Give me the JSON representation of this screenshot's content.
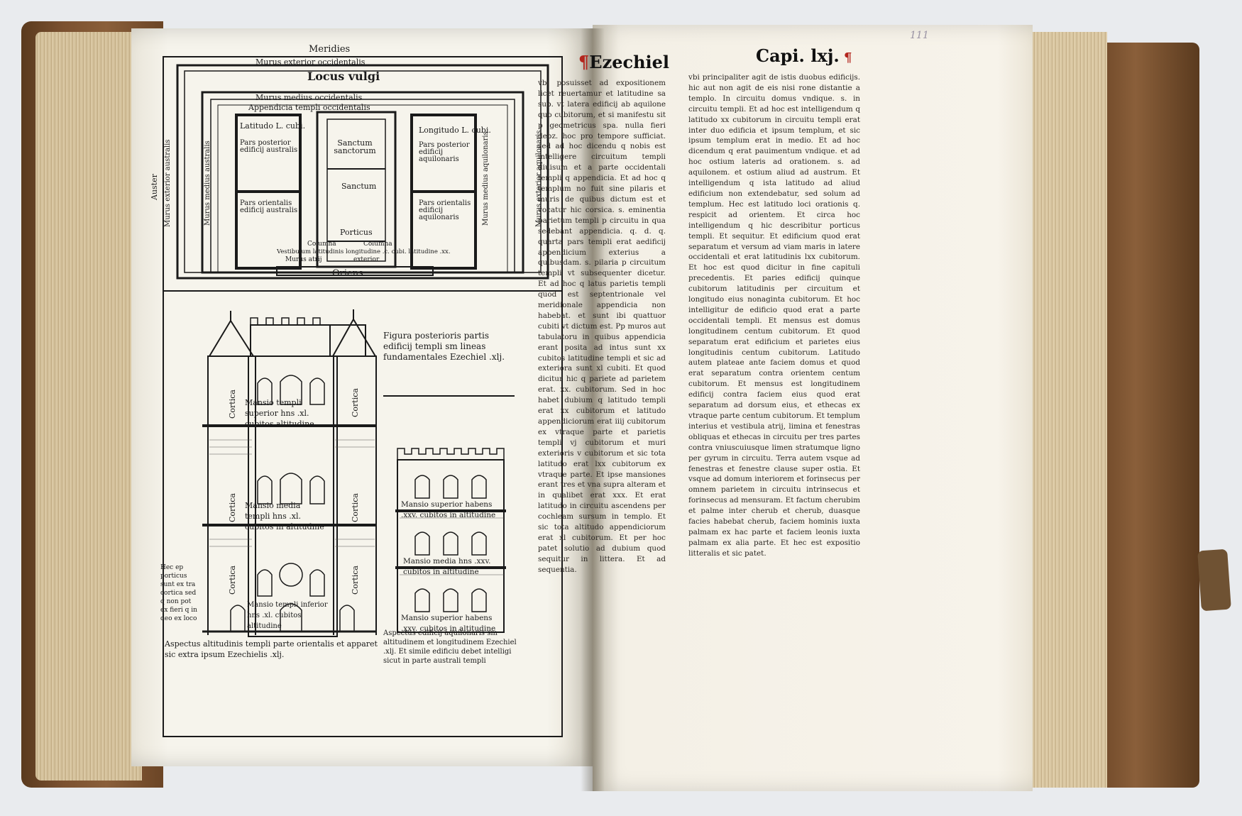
{
  "diagram": {
    "north": "Meridies",
    "outer_wall_top": "Murus exterior occidentalis",
    "locus_vulgi": "Locus vulgi",
    "middle_wall_top": "Murus medius occidentalis",
    "appendix_top": "Appendicia templi occidentalis",
    "latitudo_left": "Latitudo L. cubi.",
    "pars_posterior_left": "Pars posterior edificij australis",
    "pars_orientalis_left": "Pars orientalis edificij australis",
    "sanctum_sanctorum": "Sanctum sanctorum",
    "sanctum": "Sanctum",
    "porticus": "Porticus",
    "longitudo_right": "Longitudo L. cubi.",
    "pars_posterior_right": "Pars posterior edificij aquilonaris",
    "pars_orientalis_right": "Pars orientalis edificij aquilonaris",
    "columna_left": "Columna",
    "columna_right": "Columna",
    "vestibulum": "Vestibulum latitudinis longitudine .c. cubi. latitudine .xx.",
    "murus_atrij": "Murus atrij",
    "exterior": "exterior",
    "auster": "Auster",
    "murus_ext_aust": "Murus exterior australis",
    "murus_medius_aust": "Murus medius australis",
    "murus_ext_aquil": "Murus exterior aquilonaris",
    "murus_medius_aquil": "Murus medius aquilonaris",
    "oriens": "Oriens"
  },
  "caption_right": "Figura posterioris partis edificij templi sm lineas fundamentales Ezechiel .xlj.",
  "tower": {
    "superior": "Mansio templi superior hns .xl. cubitos altitudine",
    "media": "Mansio media templi hns .xl. cubitos in altitudine",
    "inferior": "Mansio templi inferior hns .xl. cubitos altitudine",
    "cortica_labels": [
      "Cortica",
      "Cortica",
      "Cortica",
      "Cortica",
      "Cortica",
      "Cortica"
    ],
    "side_note": "Hec ep porticus sunt ex tra cortica sed q non pot ex fieri q in deo ex loco"
  },
  "small_tower": {
    "superior": "Mansio superior habens .xxv. cubitos in altitudine",
    "media": "Mansio media hns .xxv. cubitos in altitudine",
    "inferior": "Mansio superior habens .xxv. cubitos in altitudine"
  },
  "caption_bottom_left": "Aspectus altitudinis templi parte orientalis et apparet sic extra ipsum Ezechielis .xlj.",
  "caption_bottom_right": "Aspectus edificij aquilonaris sm altitudinem et longitudinem Ezechiel .xlj. Et simile edificiu debet intelligi sicut in parte australi templi",
  "right_page": {
    "head_left": "Ezechiel",
    "head_right": "Capi. lxj.",
    "folio": "111",
    "col1": "vbi posuisset ad expositionem licet reuertamur et latitudine sa sup. vt latera edificij ab aquilone quo cubitorum, et si manifestu sit p geometricus spa. nulla fieri debz. hoc pro tempore sufficiat. sed ad hoc dicendu q nobis est intelligere circuitum templi diuisum et a parte occidentali templi q appendicia. Et ad hoc q templum no fuit sine pilaris et muris de quibus dictum est et vocatur hic corsica. s. eminentia parietum templi p circuitu in qua sedebant appendicia. q. d. q. quarta pars templi erat aedificij appendicium exterius a quibusdam. s. pilaria p circuitum templi vt subsequenter dicetur. Et ad hoc q latus parietis templi quod est septentrionale vel meridionale appendicia non habebat. et sunt ibi quattuor cubiti vt dictum est. Pp muros aut tabulatoru in quibus appendicia erant posita ad intus sunt xx cubitos latitudine templi et sic ad exteriora sunt xl cubiti. Et quod dicitur hic q pariete ad parietem erat. xx. cubitorum. Sed in hoc habet dubium q latitudo templi erat xx cubitorum et latitudo appendiciorum erat iiij cubitorum ex vtraque parte et parietis templi vj cubitorum et muri exterioris v cubitorum et sic tota latitudo erat lxx cubitorum ex vtraque parte. Et ipse mansiones erant tres et vna supra alteram et in qualibet erat xxx. Et erat latitudo in circuitu ascendens per cochleam sursum in templo. Et sic tota altitudo appendiciorum erat xl cubitorum. Et per hoc patet solutio ad dubium quod sequitur in littera. Et ad sequentia.",
    "col2": "vbi principaliter agit de istis duobus edificijs. hic aut non agit de eis nisi rone distantie a templo. In circuitu domus vndique. s. in circuitu templi. Et ad hoc est intelligendum q latitudo xx cubitorum in circuitu templi erat inter duo edificia et ipsum templum, et sic ipsum templum erat in medio. Et ad hoc dicendum q erat pauimentum vndique. et ad hoc ostium lateris ad orationem. s. ad aquilonem. et ostium aliud ad austrum. Et intelligendum q ista latitudo ad aliud edificium non extendebatur, sed solum ad templum. Hec est latitudo loci orationis q. respicit ad orientem. Et circa hoc intelligendum q hic describitur porticus templi. Et sequitur. Et edificium quod erat separatum et versum ad viam maris in latere occidentali et erat latitudinis lxx cubitorum. Et hoc est quod dicitur in fine capituli precedentis. Et paries edificij quinque cubitorum latitudinis per circuitum et longitudo eius nonaginta cubitorum. Et hoc intelligitur de edificio quod erat a parte occidentali templi. Et mensus est domus longitudinem centum cubitorum. Et quod separatum erat edificium et parietes eius longitudinis centum cubitorum. Latitudo autem plateae ante faciem domus et quod erat separatum contra orientem centum cubitorum. Et mensus est longitudinem edificij contra faciem eius quod erat separatum ad dorsum eius, et ethecas ex vtraque parte centum cubitorum. Et templum interius et vestibula atrij, limina et fenestras obliquas et ethecas in circuitu per tres partes contra vniuscuiusque limen stratumque ligno per gyrum in circuitu. Terra autem vsque ad fenestras et fenestre clause super ostia. Et vsque ad domum interiorem et forinsecus per omnem parietem in circuitu intrinsecus et forinsecus ad mensuram. Et factum cherubim et palme inter cherub et cherub, duasque facies habebat cherub, faciem hominis iuxta palmam ex hac parte et faciem leonis iuxta palmam ex alia parte. Et hec est expositio litteralis et sic patet."
  }
}
